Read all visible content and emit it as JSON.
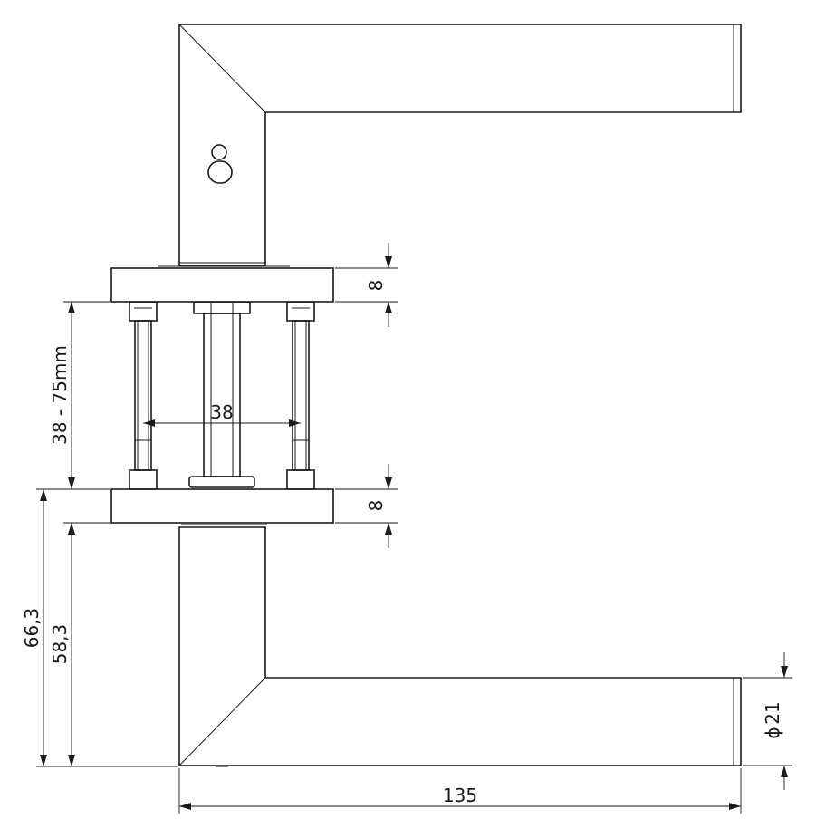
{
  "dimensions": {
    "rose_thickness_top": "8",
    "door_thickness": "38 - 75mm",
    "fixing_spacing": "38",
    "rose_thickness_bottom": "8",
    "overall_height": "66,3",
    "lever_height": "58,3",
    "lever_diameter_symbol": "ϕ",
    "lever_diameter": "21",
    "lever_length": "135"
  }
}
